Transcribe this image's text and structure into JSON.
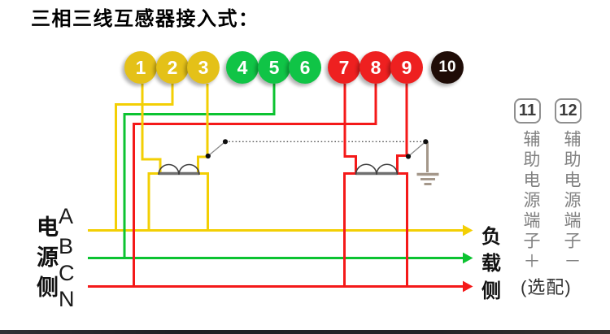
{
  "title": "三相三线互感器接入式：",
  "terminal_strip": {
    "terminals": [
      {
        "id": "1",
        "color": "#e4c118"
      },
      {
        "id": "2",
        "color": "#e4c118"
      },
      {
        "id": "3",
        "color": "#e4c118"
      },
      {
        "id": "4",
        "color": "#10c446"
      },
      {
        "id": "5",
        "color": "#10c446"
      },
      {
        "id": "6",
        "color": "#10c446"
      },
      {
        "id": "7",
        "color": "#ee2020"
      },
      {
        "id": "8",
        "color": "#ee2020"
      },
      {
        "id": "9",
        "color": "#ee2020"
      },
      {
        "id": "10",
        "color": "#1f0c07"
      }
    ]
  },
  "aux": {
    "terminal_11": {
      "id": "11",
      "label": "辅助电源端子＋"
    },
    "terminal_12": {
      "id": "12",
      "label": "辅助电源端子－"
    },
    "optional_note": "(选配)"
  },
  "source_side": {
    "label": "电源侧",
    "phase_a": "A",
    "phase_b": "B",
    "phase_c": "C",
    "neutral": "N"
  },
  "load_side": {
    "char_1": "负",
    "char_2": "载",
    "char_3": "侧"
  },
  "wire_colors": {
    "phase_a_yellow": "#f3cf04",
    "phase_b_green": "#0cc331",
    "phase_c_red": "#f41919",
    "ct_bar_gray": "#6f6f6f",
    "winding_dark": "#3f3f3f",
    "ground_gray": "#a4978a",
    "link_gray": "#555555",
    "dot_black": "#0e0e0e"
  }
}
